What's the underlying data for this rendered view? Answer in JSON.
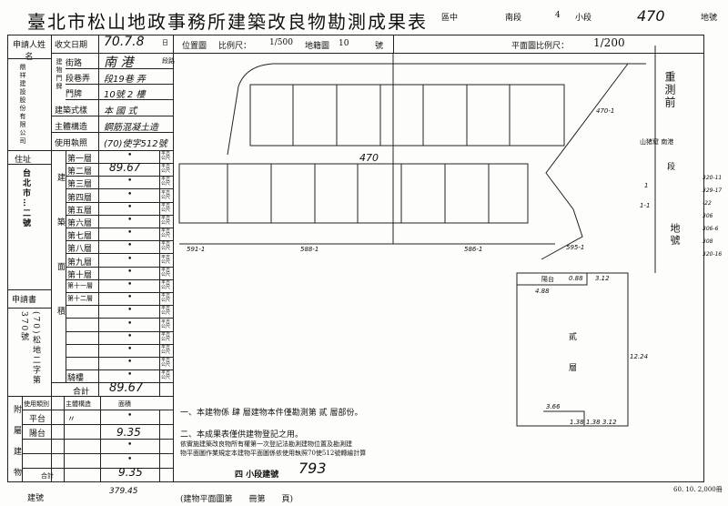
{
  "title": "臺北市松山地政事務所建築改良物勘測成果表",
  "header": {
    "district": "區中",
    "section": "南段",
    "subsection_no": "4",
    "subsection": "小段",
    "lot_no": "470",
    "lot_label": "地號"
  },
  "applicant": {
    "label": "申請人姓名",
    "name": "鼎祥建設股份有限公司"
  },
  "address": {
    "label": "住址",
    "value": "台北市…二號"
  },
  "application": {
    "label": "申請書",
    "value": "(70)松地二字第370號"
  },
  "fields": [
    {
      "label": "收文日期",
      "value": "70.7.8",
      "unit": "日"
    },
    {
      "label": "街路",
      "value": "南 港",
      "unit": "段路"
    },
    {
      "label": "段巷弄",
      "value": "段19巷 弄"
    },
    {
      "label": "門牌",
      "value": "10號 2 樓"
    },
    {
      "label": "建築式樣",
      "value": "本 國 式"
    },
    {
      "label": "主體構造",
      "value": "鋼筋混凝土造"
    },
    {
      "label": "使用執照",
      "value": "(70)使字512號"
    }
  ],
  "building_number_label": "建物門牌",
  "floor_area_label": "建築面積",
  "unit": "平方公尺",
  "floors": [
    {
      "name": "第一層",
      "area": "•"
    },
    {
      "name": "第二層",
      "area": "89.67"
    },
    {
      "name": "第三層",
      "area": "•"
    },
    {
      "name": "第四層",
      "area": "•"
    },
    {
      "name": "第五層",
      "area": "•"
    },
    {
      "name": "第六層",
      "area": "•"
    },
    {
      "name": "第七層",
      "area": "•"
    },
    {
      "name": "第八層",
      "area": "•"
    },
    {
      "name": "第九層",
      "area": "•"
    },
    {
      "name": "第十層",
      "area": "•"
    },
    {
      "name": "第十一層",
      "area": "•"
    },
    {
      "name": "第十二層",
      "area": "•"
    },
    {
      "name": "",
      "area": "•"
    },
    {
      "name": "",
      "area": "•"
    },
    {
      "name": "",
      "area": "•"
    },
    {
      "name": "",
      "area": "•"
    },
    {
      "name": "",
      "area": "•"
    },
    {
      "name": "騎樓",
      "area": "•"
    }
  ],
  "total": {
    "label": "合計",
    "value": "89.67"
  },
  "annex": {
    "label": "附屬建物",
    "headers": [
      "使用類別",
      "主體構造",
      "面積"
    ],
    "rows": [
      {
        "use": "平台",
        "struct": "〃",
        "area": "•"
      },
      {
        "use": "陽台",
        "struct": "",
        "area": "9.35"
      },
      {
        "use": "",
        "struct": "",
        "area": "•"
      },
      {
        "use": "",
        "struct": "",
        "area": "•"
      }
    ],
    "total_label": "合計",
    "total": "9.35"
  },
  "location_map": {
    "label": "位置圖",
    "scale_label": "比例尺：",
    "scale": "1/500",
    "sheet_label": "地籍圖",
    "sheet": "10",
    "sheet_suffix": "號"
  },
  "plan": {
    "scale_label": "平面圖比例尺：",
    "scale": "1/200",
    "floor_label": "貳層",
    "balcony_label": "陽台",
    "dims": [
      "0.88",
      "4.88",
      "3.12",
      "12.24",
      "3.66",
      "1.38",
      "1.38",
      "3.12"
    ]
  },
  "map_labels": {
    "lot": "470",
    "l1": "591-1",
    "l2": "588-1",
    "l3": "586-1",
    "l4": "595-1",
    "l5": "470-1"
  },
  "right_side": {
    "resurvey": "重測前",
    "road": "山猪窟 南港",
    "section": "段",
    "lot_label": "地號",
    "lots": [
      "1",
      "1-1"
    ],
    "nums": [
      "320-11",
      "329-17",
      "-22",
      "306",
      "306-6",
      "308",
      "320-16"
    ]
  },
  "notes": [
    "一、本建物係 肆 層建物本件僅勘測第 貳 層部份。",
    "二、本成果表僅供建物登記之用。",
    "依實施建築改良物所有權第一次登記法勘測建物位置及勘測建",
    "物平面圖作業規定本建物平面圖係依使用執照70使512號轉繪計算"
  ],
  "stamp": "四 小段建號",
  "stamp_no": "793",
  "footer": {
    "build_no_label": "建號",
    "build_no": "379.45",
    "plan_ref": "(建物平面圖第　　冊第　　頁)",
    "form_no": "60. 10. 2,000冊"
  }
}
